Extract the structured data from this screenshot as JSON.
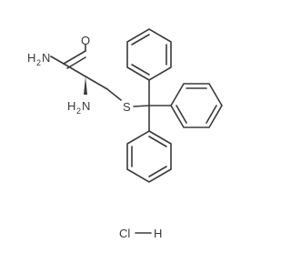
{
  "molecule": {
    "labels": {
      "amide_n": "N",
      "amide_h2": "H",
      "amide_h2_sub": "2",
      "carbonyl_o": "O",
      "alpha_n": "N",
      "alpha_h2": "H",
      "alpha_h2_sub": "2",
      "sulfur": "S"
    },
    "salt": {
      "cl": "Cl",
      "h": "H"
    },
    "colors": {
      "bond": "#3a3a3a",
      "label": "#3a3a3a",
      "background": "#ffffff"
    }
  }
}
